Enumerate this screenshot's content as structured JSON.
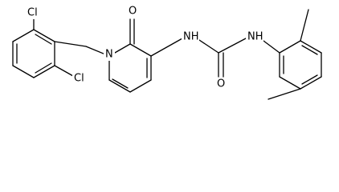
{
  "atoms": {
    "cl_top": "Cl",
    "cl_bottom": "Cl",
    "ring_n": "N",
    "carbonyl_o_ring": "O",
    "nh_left": "NH",
    "nh_right": "NH",
    "urea_o": "O"
  },
  "colors": {
    "bond": "#000000",
    "background": "#ffffff"
  }
}
